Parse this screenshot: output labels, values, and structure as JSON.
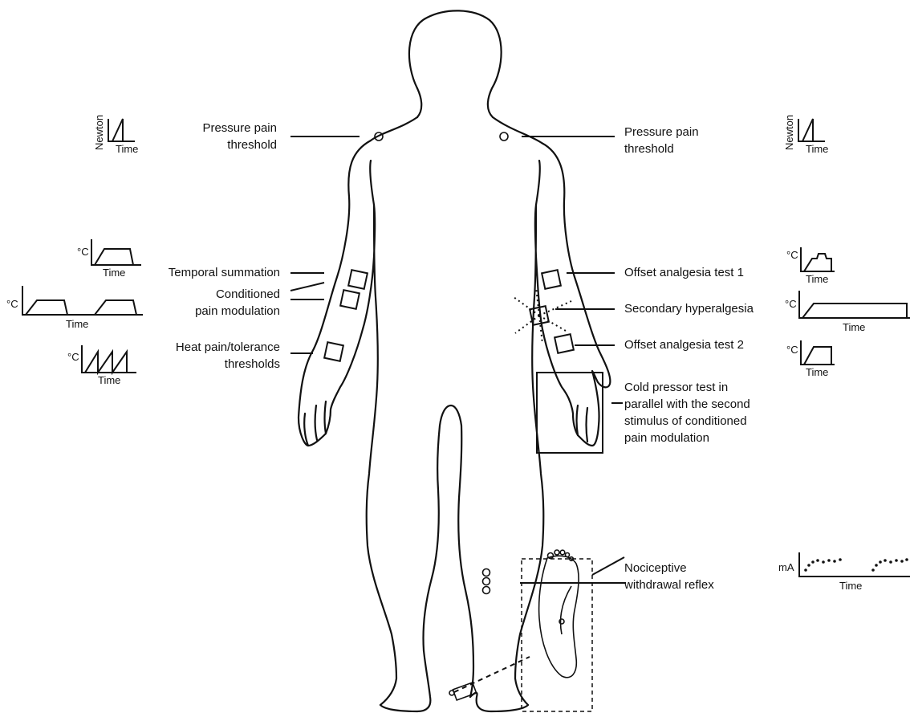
{
  "labels": {
    "ppt_left_1": "Pressure pain",
    "ppt_left_2": "threshold",
    "ppt_right_1": "Pressure pain",
    "ppt_right_2": "threshold",
    "temporal_summation": "Temporal summation",
    "cpm_1": "Conditioned",
    "cpm_2": "pain modulation",
    "heat_1": "Heat pain/tolerance",
    "heat_2": "thresholds",
    "offset_1": "Offset analgesia test 1",
    "secondary": "Secondary hyperalgesia",
    "offset_2": "Offset analgesia test 2",
    "cold_1": "Cold pressor test in",
    "cold_2": "parallel with the second",
    "cold_3": "stimulus of conditioned",
    "cold_4": "pain modulation",
    "nwr_1": "Nociceptive",
    "nwr_2": "withdrawal reflex"
  },
  "axes": {
    "newton": "Newton",
    "time": "Time",
    "celsius": "°C",
    "milliamp": "mA"
  }
}
